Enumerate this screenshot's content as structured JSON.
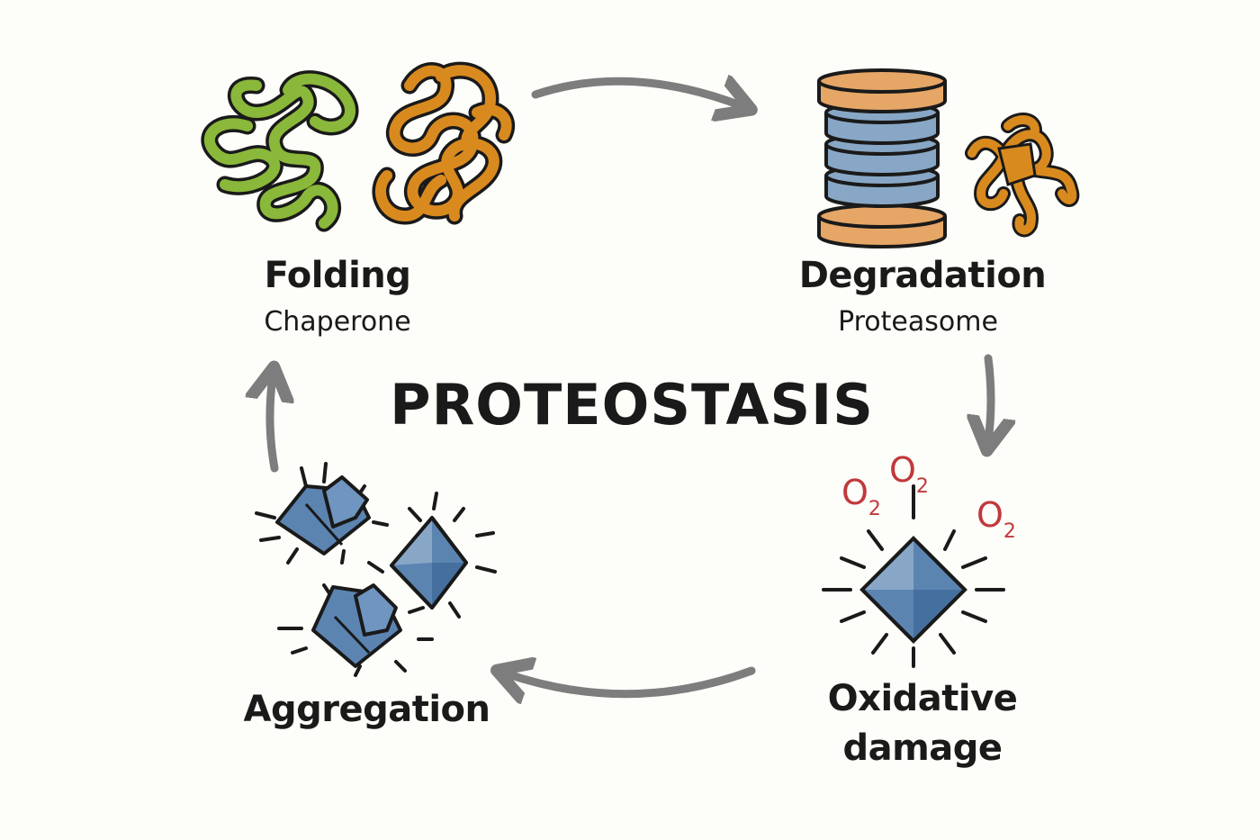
{
  "title": "PROTEOSTASIS",
  "nodes": {
    "folding": {
      "label": "Folding",
      "sublabel": "Chaperone"
    },
    "degradation": {
      "label": "Degradation",
      "sublabel": "Proteasome"
    },
    "oxidative": {
      "label_line1": "Oxidative",
      "label_line2": "damage",
      "molecules": [
        "O",
        "O",
        "O"
      ],
      "subscript": "2"
    },
    "aggregation": {
      "label": "Aggregation"
    }
  },
  "colors": {
    "green_protein": "#8ab83a",
    "orange_protein": "#d98a1f",
    "proteasome_cap": "#e6a666",
    "proteasome_ring": "#88a7c6",
    "crystal_blue": "#5b84b1",
    "oxygen_red": "#c0393b",
    "arrow_gray": "#7d7d7d",
    "outline": "#1a1a1a"
  },
  "icons": [
    "unfolded-protein-icon",
    "misfolded-protein-icon",
    "proteasome-icon",
    "degraded-protein-icon",
    "oxidized-crystal-icon",
    "aggregate-crystal-icon",
    "cycle-arrow-icon"
  ]
}
